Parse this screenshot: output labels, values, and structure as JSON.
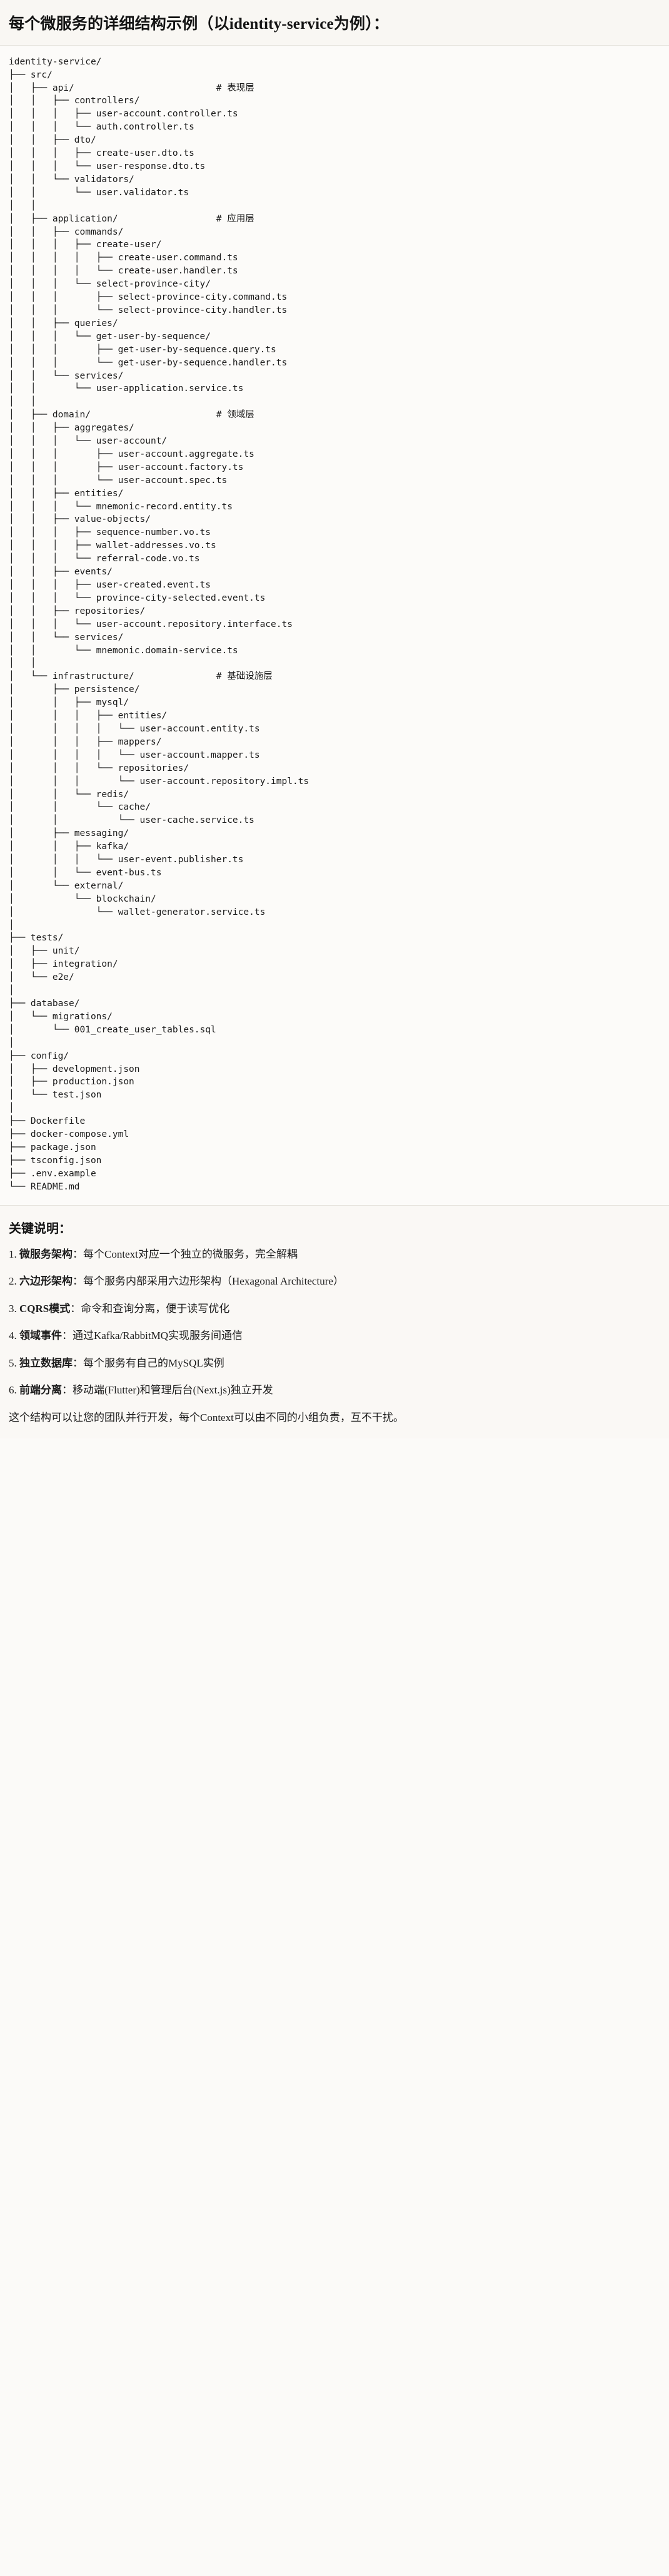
{
  "header": {
    "title": "每个微服务的详细结构示例（以identity-service为例）："
  },
  "tree": {
    "root": "identity-service/",
    "lines": [
      "identity-service/",
      "├── src/",
      "│   ├── api/                          # 表现层",
      "│   │   ├── controllers/",
      "│   │   │   ├── user-account.controller.ts",
      "│   │   │   └── auth.controller.ts",
      "│   │   ├── dto/",
      "│   │   │   ├── create-user.dto.ts",
      "│   │   │   └── user-response.dto.ts",
      "│   │   └── validators/",
      "│   │       └── user.validator.ts",
      "│   │",
      "│   ├── application/                  # 应用层",
      "│   │   ├── commands/",
      "│   │   │   ├── create-user/",
      "│   │   │   │   ├── create-user.command.ts",
      "│   │   │   │   └── create-user.handler.ts",
      "│   │   │   └── select-province-city/",
      "│   │   │       ├── select-province-city.command.ts",
      "│   │   │       └── select-province-city.handler.ts",
      "│   │   ├── queries/",
      "│   │   │   └── get-user-by-sequence/",
      "│   │   │       ├── get-user-by-sequence.query.ts",
      "│   │   │       └── get-user-by-sequence.handler.ts",
      "│   │   └── services/",
      "│   │       └── user-application.service.ts",
      "│   │",
      "│   ├── domain/                       # 领域层",
      "│   │   ├── aggregates/",
      "│   │   │   └── user-account/",
      "│   │   │       ├── user-account.aggregate.ts",
      "│   │   │       ├── user-account.factory.ts",
      "│   │   │       └── user-account.spec.ts",
      "│   │   ├── entities/",
      "│   │   │   └── mnemonic-record.entity.ts",
      "│   │   ├── value-objects/",
      "│   │   │   ├── sequence-number.vo.ts",
      "│   │   │   ├── wallet-addresses.vo.ts",
      "│   │   │   └── referral-code.vo.ts",
      "│   │   ├── events/",
      "│   │   │   ├── user-created.event.ts",
      "│   │   │   └── province-city-selected.event.ts",
      "│   │   ├── repositories/",
      "│   │   │   └── user-account.repository.interface.ts",
      "│   │   └── services/",
      "│   │       └── mnemonic.domain-service.ts",
      "│   │",
      "│   └── infrastructure/               # 基础设施层",
      "│       ├── persistence/",
      "│       │   ├── mysql/",
      "│       │   │   ├── entities/",
      "│       │   │   │   └── user-account.entity.ts",
      "│       │   │   ├── mappers/",
      "│       │   │   │   └── user-account.mapper.ts",
      "│       │   │   └── repositories/",
      "│       │   │       └── user-account.repository.impl.ts",
      "│       │   └── redis/",
      "│       │       └── cache/",
      "│       │           └── user-cache.service.ts",
      "│       ├── messaging/",
      "│       │   ├── kafka/",
      "│       │   │   └── user-event.publisher.ts",
      "│       │   └── event-bus.ts",
      "│       └── external/",
      "│           └── blockchain/",
      "│               └── wallet-generator.service.ts",
      "│",
      "├── tests/",
      "│   ├── unit/",
      "│   ├── integration/",
      "│   └── e2e/",
      "│",
      "├── database/",
      "│   └── migrations/",
      "│       └── 001_create_user_tables.sql",
      "│",
      "├── config/",
      "│   ├── development.json",
      "│   ├── production.json",
      "│   └── test.json",
      "│",
      "├── Dockerfile",
      "├── docker-compose.yml",
      "├── package.json",
      "├── tsconfig.json",
      "├── .env.example",
      "└── README.md"
    ],
    "layer_comments": [
      {
        "path": "api/",
        "comment": "# 表现层"
      },
      {
        "path": "application/",
        "comment": "# 应用层"
      },
      {
        "path": "domain/",
        "comment": "# 领域层"
      },
      {
        "path": "infrastructure/",
        "comment": "# 基础设施层"
      }
    ]
  },
  "notes": {
    "title": "关键说明：",
    "items": [
      {
        "num": "1.",
        "term": "微服务架构",
        "sep": "：",
        "desc": "每个Context对应一个独立的微服务，完全解耦"
      },
      {
        "num": "2.",
        "term": "六边形架构",
        "sep": "：",
        "desc": "每个服务内部采用六边形架构（Hexagonal Architecture）"
      },
      {
        "num": "3.",
        "term": "CQRS模式",
        "sep": "：",
        "desc": "命令和查询分离，便于读写优化"
      },
      {
        "num": "4.",
        "term": "领域事件",
        "sep": "：",
        "desc": "通过Kafka/RabbitMQ实现服务间通信"
      },
      {
        "num": "5.",
        "term": "独立数据库",
        "sep": "：",
        "desc": "每个服务有自己的MySQL实例"
      },
      {
        "num": "6.",
        "term": "前端分离",
        "sep": "：",
        "desc": "移动端(Flutter)和管理后台(Next.js)独立开发"
      }
    ],
    "closing": "这个结构可以让您的团队并行开发，每个Context可以由不同的小组负责，互不干扰。"
  }
}
